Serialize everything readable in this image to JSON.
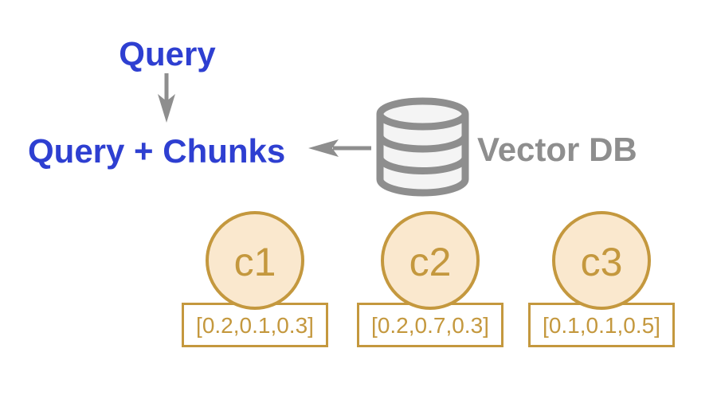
{
  "labels": {
    "query": "Query",
    "query_chunks": "Query + Chunks",
    "vector_db": "Vector DB"
  },
  "icons": {
    "down_arrow": "down-arrow-icon",
    "left_arrow": "left-arrow-icon",
    "database": "database-icon"
  },
  "chunks": [
    {
      "id": "c1",
      "vector": "[0.2,0.1,0.3]"
    },
    {
      "id": "c2",
      "vector": "[0.2,0.7,0.3]"
    },
    {
      "id": "c3",
      "vector": "[0.1,0.1,0.5]"
    }
  ],
  "colors": {
    "blue": "#2E3FD1",
    "gray": "#8E8E8E",
    "gold": "#C4983E",
    "chunk-fill": "#FAE8CE",
    "db-fill": "#F4F4F4"
  }
}
